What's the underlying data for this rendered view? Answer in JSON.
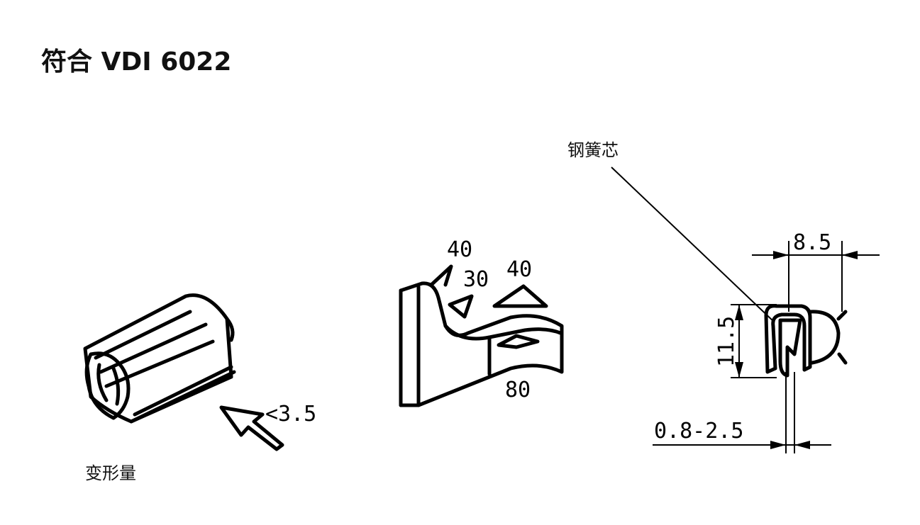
{
  "title": "符合 VDI 6022",
  "labels": {
    "deformation": "变形量",
    "steel_core": "钢簧芯"
  },
  "dimensions": {
    "deform_value": "<3.5",
    "angle_top_left": "40",
    "angle_mid": "30",
    "angle_top_right": "40",
    "bend_value": "80",
    "width": "8.5",
    "height": "11.5",
    "clamp_range": "0.8-2.5"
  }
}
